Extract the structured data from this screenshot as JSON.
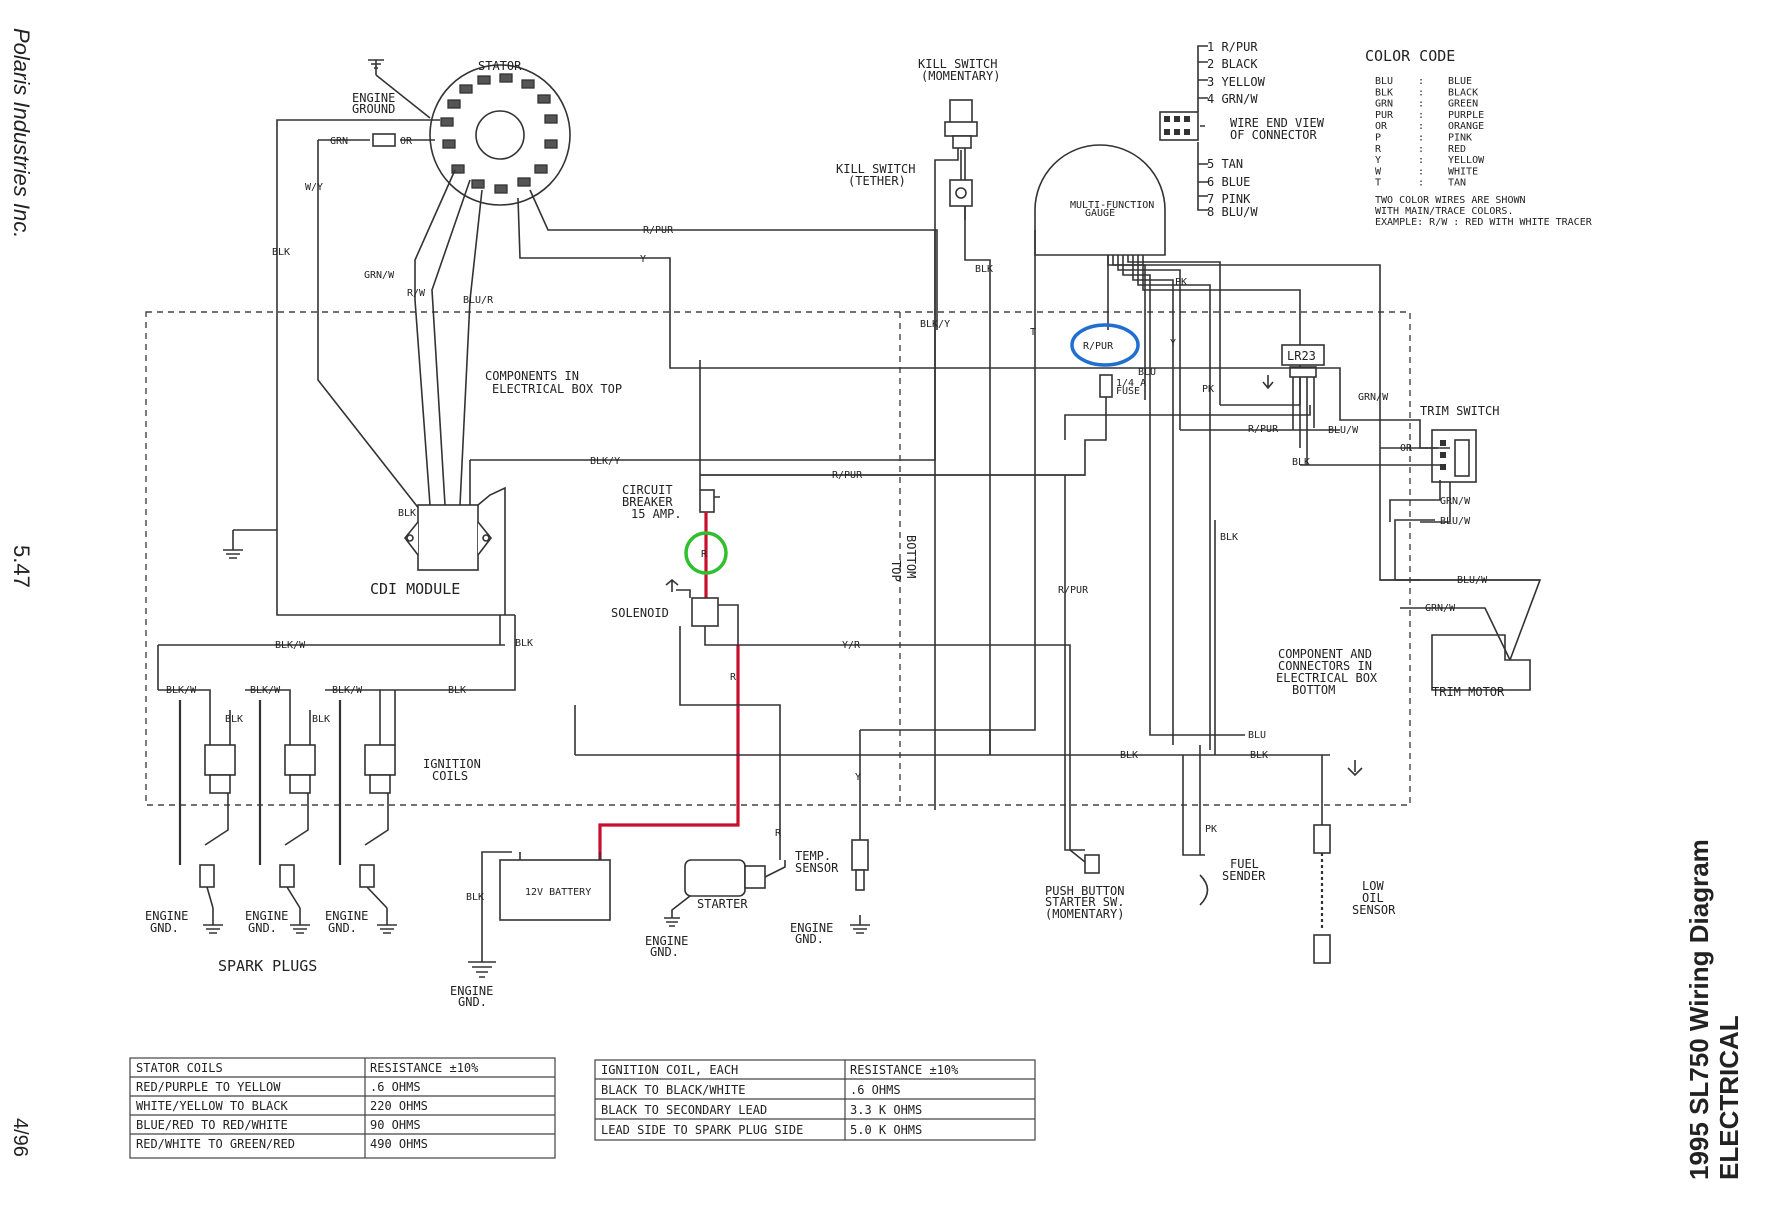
{
  "side_labels": {
    "publisher": "Polaris Industries Inc.",
    "page_number": "5.47",
    "date": "4/96",
    "section": "ELECTRICAL",
    "title": "1995 SL750 Wiring Diagram"
  },
  "color_code": {
    "heading": "COLOR CODE",
    "entries": [
      {
        "code": "BLU",
        "sep": ":",
        "name": "BLUE"
      },
      {
        "code": "BLK",
        "sep": ":",
        "name": "BLACK"
      },
      {
        "code": "GRN",
        "sep": ":",
        "name": "GREEN"
      },
      {
        "code": "PUR",
        "sep": ":",
        "name": "PURPLE"
      },
      {
        "code": "OR",
        "sep": ":",
        "name": "ORANGE"
      },
      {
        "code": "P",
        "sep": ":",
        "name": "PINK"
      },
      {
        "code": "R",
        "sep": ":",
        "name": "RED"
      },
      {
        "code": "Y",
        "sep": ":",
        "name": "YELLOW"
      },
      {
        "code": "W",
        "sep": ":",
        "name": "WHITE"
      },
      {
        "code": "T",
        "sep": ":",
        "name": "TAN"
      }
    ],
    "note_lines": [
      "TWO COLOR WIRES ARE SHOWN",
      "WITH MAIN/TRACE COLORS.",
      "EXAMPLE: R/W : RED WITH WHITE TRACER"
    ]
  },
  "connector_pins": [
    "1 R/PUR",
    "2 BLACK",
    "3 YELLOW",
    "4 GRN/W",
    "5 TAN",
    "6 BLUE",
    "7 PINK",
    "8 BLU/W"
  ],
  "connector_view_label": [
    "WIRE END VIEW",
    "OF CONNECTOR"
  ],
  "components": {
    "stator": "STATOR",
    "engine_ground": [
      "ENGINE",
      "GROUND"
    ],
    "kill_switch_momentary": [
      "KILL SWITCH",
      "(MOMENTARY)"
    ],
    "kill_switch_tether": [
      "KILL SWITCH",
      "(TETHER)"
    ],
    "gauge": [
      "MULTI-FUNCTION",
      "GAUGE"
    ],
    "cdi_module": "CDI MODULE",
    "circuit_breaker": [
      "CIRCUIT",
      "BREAKER",
      "15 AMP."
    ],
    "solenoid": "SOLENOID",
    "ignition_coils": [
      "IGNITION",
      "COILS"
    ],
    "spark_plugs": "SPARK PLUGS",
    "battery": "12V BATTERY",
    "starter": "STARTER",
    "temp_sensor": [
      "TEMP.",
      "SENSOR"
    ],
    "push_button": [
      "PUSH BUTTON",
      "STARTER SW.",
      "(MOMENTARY)"
    ],
    "fuel_sender": [
      "FUEL",
      "SENDER"
    ],
    "low_oil_sensor": [
      "LOW",
      "OIL",
      "SENSOR"
    ],
    "trim_switch": "TRIM SWITCH",
    "trim_motor": "TRIM MOTOR",
    "lr23": "LR23",
    "fuse": [
      "1/4 A",
      "FUSE"
    ],
    "box_top": [
      "COMPONENTS IN",
      "ELECTRICAL BOX TOP"
    ],
    "box_bottom": [
      "COMPONENT AND",
      "CONNECTORS IN",
      "ELECTRICAL BOX",
      "BOTTOM"
    ],
    "top_bottom": [
      "TOP",
      "BOTTOM"
    ],
    "engine_gnd": [
      "ENGINE",
      "GND."
    ]
  },
  "wire_labels": {
    "grn": "GRN",
    "or": "OR",
    "wy": "W/Y",
    "blk": "BLK",
    "grnw": "GRN/W",
    "rw": "R/W",
    "blur": "BLU/R",
    "rpur": "R/PUR",
    "y": "Y",
    "blky": "BLK/Y",
    "blkw": "BLK/W",
    "r": "R",
    "yr": "Y/R",
    "t": "T",
    "pk": "PK",
    "blu": "BLU",
    "bluw": "BLU/W"
  },
  "highlights": {
    "blue_circle_label": "R/PUR",
    "green_circle_label": "R",
    "blue_color": "#1f6fd1",
    "green_color": "#2fbf2f",
    "red_wire_color": "#c8102e"
  },
  "tables": [
    {
      "header": [
        "STATOR COILS",
        "RESISTANCE ±10%"
      ],
      "rows": [
        [
          "RED/PURPLE TO YELLOW",
          ".6 OHMS"
        ],
        [
          "WHITE/YELLOW TO BLACK",
          "220 OHMS"
        ],
        [
          "BLUE/RED TO RED/WHITE",
          "90 OHMS"
        ],
        [
          "RED/WHITE TO GREEN/RED",
          "490 OHMS"
        ]
      ]
    },
    {
      "header": [
        "IGNITION COIL, EACH",
        "RESISTANCE ±10%"
      ],
      "rows": [
        [
          "BLACK TO BLACK/WHITE",
          ".6 OHMS"
        ],
        [
          "BLACK TO SECONDARY LEAD",
          "3.3 K OHMS"
        ],
        [
          "LEAD SIDE TO SPARK PLUG SIDE",
          "5.0 K OHMS"
        ]
      ]
    }
  ]
}
